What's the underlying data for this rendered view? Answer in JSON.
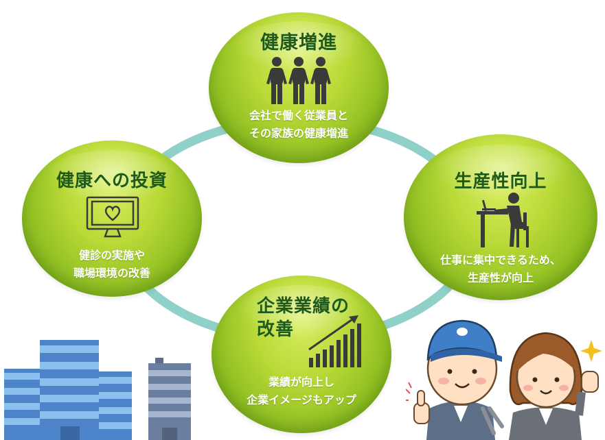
{
  "diagram": {
    "nodes": {
      "health_promotion": {
        "title": "健康増進",
        "desc_line1": "会社で働く従業員と",
        "desc_line2": "その家族の健康増進"
      },
      "health_investment": {
        "title": "健康への投資",
        "desc_line1": "健診の実施や",
        "desc_line2": "職場環境の改善"
      },
      "productivity": {
        "title": "生産性向上",
        "desc_line1": "仕事に集中できるため、",
        "desc_line2": "生産性が向上"
      },
      "performance": {
        "title_line1": "企業業績の",
        "title_line2": "改善",
        "desc_line1": "業績が向上し",
        "desc_line2": "企業イメージもアップ"
      }
    },
    "colors": {
      "ring": "#8fd0c8",
      "circle": "#a8cf2e",
      "title_text": "#1e5a1c",
      "desc_text": "#ffffff",
      "icon": "#3a3a3a",
      "building": "#5b8fd1"
    },
    "icons": [
      "people-icon",
      "monitor-heart-icon",
      "desk-worker-icon",
      "growth-bar-chart-icon",
      "building-illustration",
      "workers-illustration"
    ]
  }
}
